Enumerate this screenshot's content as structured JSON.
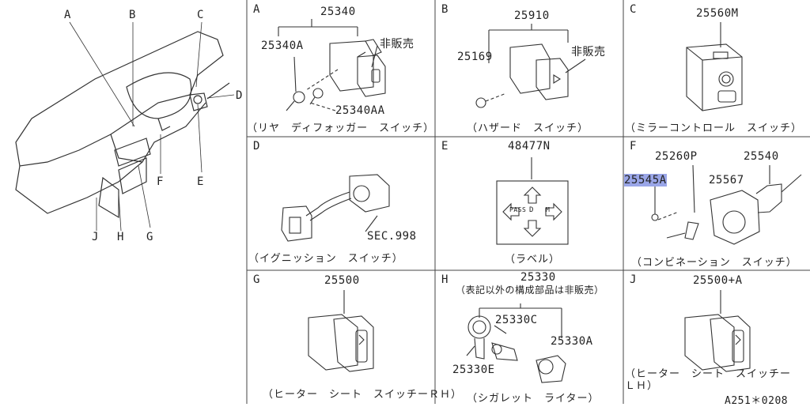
{
  "overview": {
    "labels": [
      "A",
      "B",
      "C",
      "D",
      "E",
      "F",
      "G",
      "H",
      "J"
    ]
  },
  "cells": [
    {
      "id": "A",
      "parts": [
        "25340",
        "25340A",
        "25340AA"
      ],
      "note": "非販売",
      "caption": "（リヤ　ディフォッガー　スイッチ）"
    },
    {
      "id": "B",
      "parts": [
        "25910",
        "25169"
      ],
      "note": "非販売",
      "caption": "（ハザード　スイッチ）"
    },
    {
      "id": "C",
      "parts": [
        "25560M"
      ],
      "caption": "（ミラーコントロール　スイッチ）"
    },
    {
      "id": "D",
      "parts": [],
      "ref": "SEC.998",
      "caption": "（イグニッション　スイッチ）"
    },
    {
      "id": "E",
      "parts": [
        "48477N"
      ],
      "label_text": [
        "PASS",
        "D",
        "M"
      ],
      "caption": "（ラベル）"
    },
    {
      "id": "F",
      "parts": [
        "25260P",
        "25540",
        "25545A",
        "25567"
      ],
      "caption": "（コンビネーション　スイッチ）"
    },
    {
      "id": "G",
      "parts": [
        "25500"
      ],
      "caption": "（ヒーター　シート　スイッチーＲＨ）"
    },
    {
      "id": "H",
      "parts": [
        "25330",
        "25330C",
        "25330A",
        "25330E"
      ],
      "note": "（表記以外の構成部品は非販売）",
      "caption": "（シガレット　ライター）"
    },
    {
      "id": "J",
      "parts": [
        "25500+A"
      ],
      "caption": "（ヒーター　シート　スイッチーＬＨ）",
      "ref": "A251＊0208"
    }
  ],
  "highlight_color": "#9aa6e8"
}
